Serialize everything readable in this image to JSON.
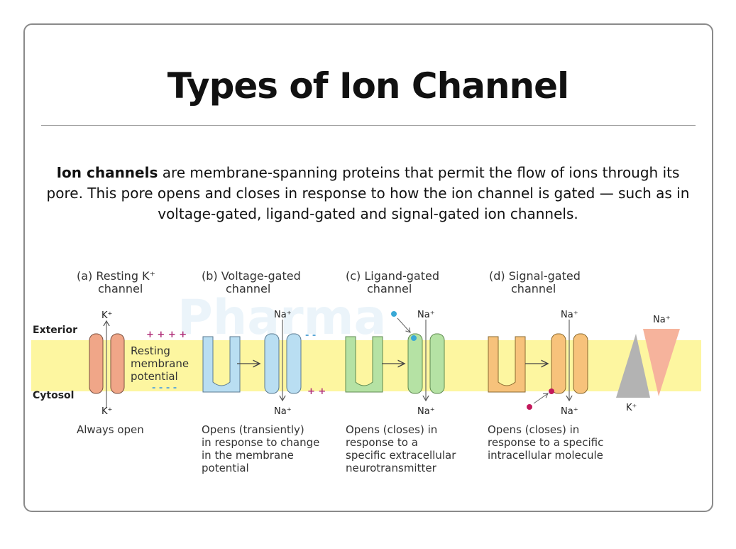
{
  "title": "Types of Ion Channel",
  "intro": {
    "term": "Ion channels",
    "rest": " are membrane-spanning proteins that permit the flow of ions through its pore. This pore opens and closes in response to how the ion channel is gated — such as in voltage-gated, ligand-gated and signal-gated ion channels."
  },
  "diagram": {
    "watermark": "Pharma",
    "side_labels": {
      "exterior": "Exterior",
      "cytosol": "Cytosol"
    },
    "headings": {
      "a1": "(a) Resting K⁺",
      "a2": "channel",
      "b1": "(b) Voltage-gated",
      "b2": "channel",
      "c1": "(c) Ligand-gated",
      "c2": "channel",
      "d1": "(d) Signal-gated",
      "d2": "channel"
    },
    "ions": {
      "k_top": "K⁺",
      "k_bottom": "K⁺",
      "na_b_top": "Na⁺",
      "na_b_bottom": "Na⁺",
      "na_c_top": "Na⁺",
      "na_c_bottom": "Na⁺",
      "na_d_top": "Na⁺",
      "na_d_bottom": "Na⁺",
      "na_right": "Na⁺",
      "k_right": "K⁺"
    },
    "charges": {
      "plus_top": "+ + + +",
      "minus_bottom": "- - - -",
      "minus_b_top": "- -",
      "plus_b_bottom": "+ +"
    },
    "resting_label": {
      "l1": "Resting",
      "l2": "membrane",
      "l3": "potential"
    },
    "captions": {
      "a1": "Always open",
      "b1": "Opens (transiently)",
      "b2": "in response to change",
      "b3": "in the membrane",
      "b4": "potential",
      "c1": "Opens (closes) in",
      "c2": "response to a",
      "c3": "specific extracellular",
      "c4": "neurotransmitter",
      "d1": "Opens (closes) in",
      "d2": "response to a specific",
      "d3": "intracellular molecule"
    },
    "colors": {
      "membrane": "#fdf6a0",
      "k_channel": "#f0a688",
      "voltage_channel": "#b9def2",
      "ligand_channel": "#b5e2a4",
      "signal_channel": "#f7c27b",
      "plus": "#b0307a",
      "minus": "#5aa7d8",
      "ligand": "#3aa9d6",
      "signal": "#c2185b",
      "gray_tri": "#b3b3b3",
      "salmon_tri": "#f6b39c"
    }
  }
}
